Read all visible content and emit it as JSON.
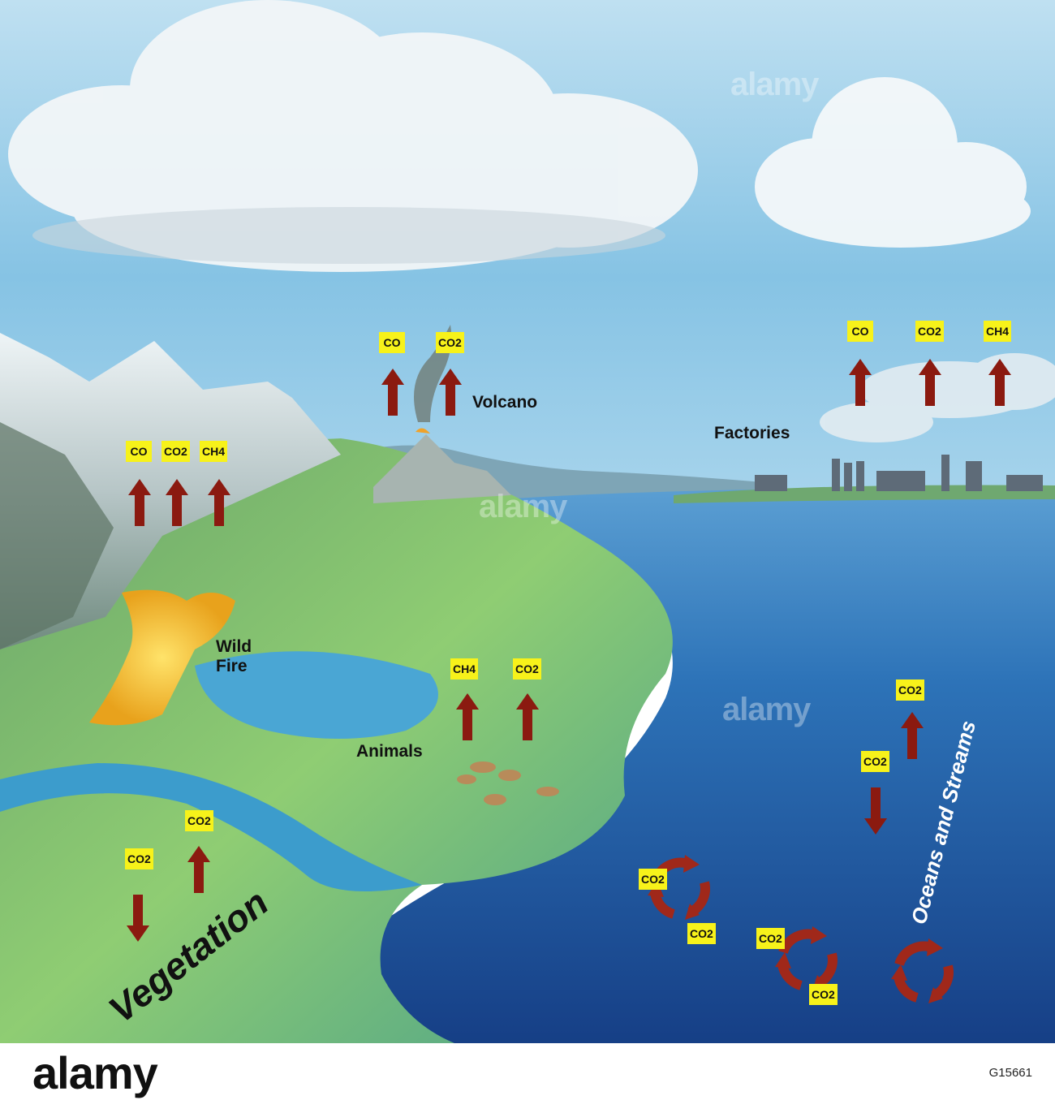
{
  "sources": {
    "wildfire": {
      "label": "Wild Fire",
      "gases": [
        "CO",
        "CO2",
        "CH4"
      ]
    },
    "volcano": {
      "label": "Volcano",
      "gases": [
        "CO",
        "CO2"
      ]
    },
    "factories": {
      "label": "Factories",
      "gases": [
        "CO",
        "CO2",
        "CH4"
      ]
    },
    "animals": {
      "label": "Animals",
      "gases": [
        "CH4",
        "CO2"
      ]
    },
    "vegetation": {
      "label": "Vegetation",
      "gases": [
        "CO2",
        "CO2"
      ],
      "directions": [
        "down",
        "up"
      ]
    },
    "oceans": {
      "label": "Oceans and Streams",
      "gases": [
        "CO2",
        "CO2"
      ],
      "directions": [
        "down",
        "up"
      ],
      "cycles": [
        "CO2",
        "CO2",
        "CO2",
        "CO2"
      ]
    }
  },
  "watermark": {
    "brand": "alamy",
    "image_id": "G15661"
  },
  "colors": {
    "arrow": "#8b1a10",
    "gas_label_bg": "#f7f21a",
    "sky": "#6fb6dc",
    "ocean": "#1f5fa8",
    "land": "#7cc36a"
  }
}
